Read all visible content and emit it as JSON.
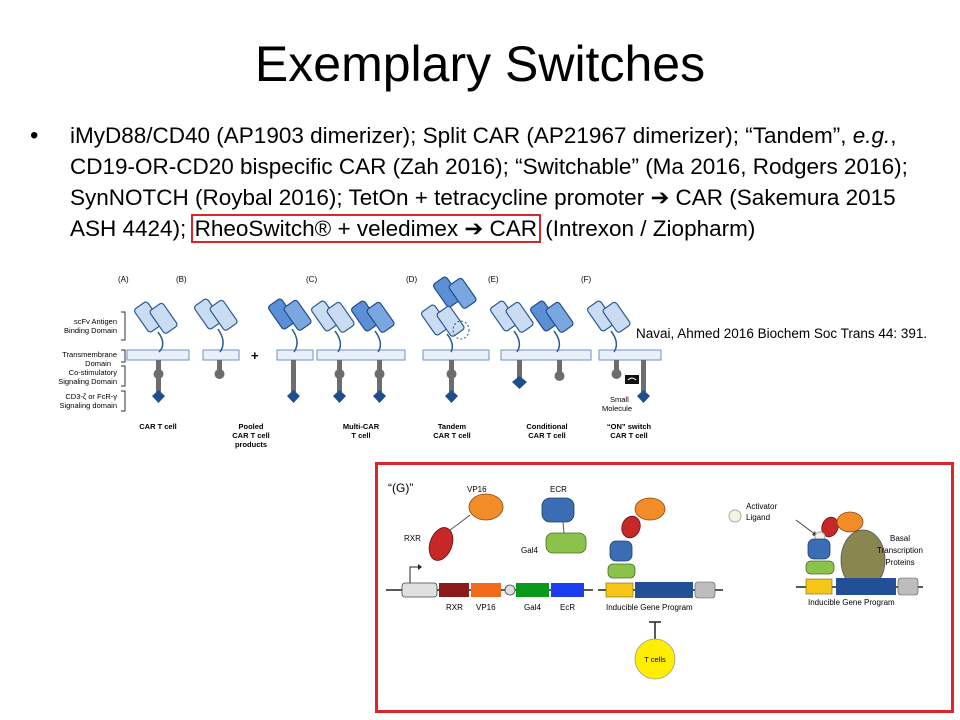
{
  "slide": {
    "title": "Exemplary Switches",
    "bullet_glyph": "•",
    "bullet": {
      "p1": "iMyD88/CD40 (AP1903 dimerizer); Split CAR (AP21967 dimerizer); “Tandem”, ",
      "p2_italic": "e.g.",
      "p3": ", CD19-OR-CD20 bispecific CAR (Zah 2016); “Switchable” (Ma 2016, Rodgers 2016); SynNOTCH (Roybal 2016); TetOn + tetracycline promoter ➔ CAR (Sakemura 2015 ASH 4424); ",
      "highlight": "RheoSwitch® + veledimex ➔ CAR",
      "p4": " (Intrexon / Ziopharm)"
    },
    "citation": "Navai, Ahmed 2016 Biochem Soc Trans 44: 391."
  },
  "car_figure": {
    "panel_letters": [
      "(A)",
      "(B)",
      "(C)",
      "(D)",
      "(E)",
      "(F)"
    ],
    "domain_labels": {
      "scfv_1": "scFv Antigen",
      "scfv_2": "Binding Domain",
      "tm_1": "Transmembrane",
      "tm_2": "Domain",
      "cs_1": "Co-stimulatory",
      "cs_2": "Signaling Domain",
      "cd3_1": "CD3-ζ or FcR-γ",
      "cd3_2": "Signaling domain"
    },
    "plus": "+",
    "small_molecule_1": "Small",
    "small_molecule_2": "Molecule",
    "captions": {
      "a": [
        "CAR T cell"
      ],
      "b": [
        "Pooled",
        "CAR T cell",
        "products"
      ],
      "c": [
        "Multi-CAR",
        "T cell"
      ],
      "d": [
        "Tandem",
        "CAR T cell"
      ],
      "e": [
        "Conditional",
        "CAR T cell"
      ],
      "f": [
        "“ON” switch",
        "CAR T cell"
      ]
    }
  },
  "g_figure": {
    "label": "“(G)”",
    "vp16": "VP16",
    "ecr_top": "ECR",
    "rxr_left": "RXR",
    "gal4_mid": "Gal4",
    "track_labels": [
      "RXR",
      "VP16",
      "Gal4",
      "EcR"
    ],
    "inducible_1": "Inducible Gene Program",
    "inducible_2": "Inducible Gene Program",
    "t_cells": "T cells",
    "activator_1": "Activator",
    "activator_2": "Ligand",
    "basal_1": "Basal",
    "basal_2": "Transcription",
    "basal_3": "Proteins"
  },
  "colors": {
    "accent_red": "#d9262b",
    "light_blue": "#c9dcf2",
    "mid_blue": "#5b8fd6",
    "dark_blue": "#1f4e8c",
    "rxr_red": "#c62828",
    "vp16_orange": "#f28c28",
    "gal4_green": "#8bc34a",
    "ecr_blue": "#3b6db5",
    "tcell_yellow": "#ffee00"
  }
}
